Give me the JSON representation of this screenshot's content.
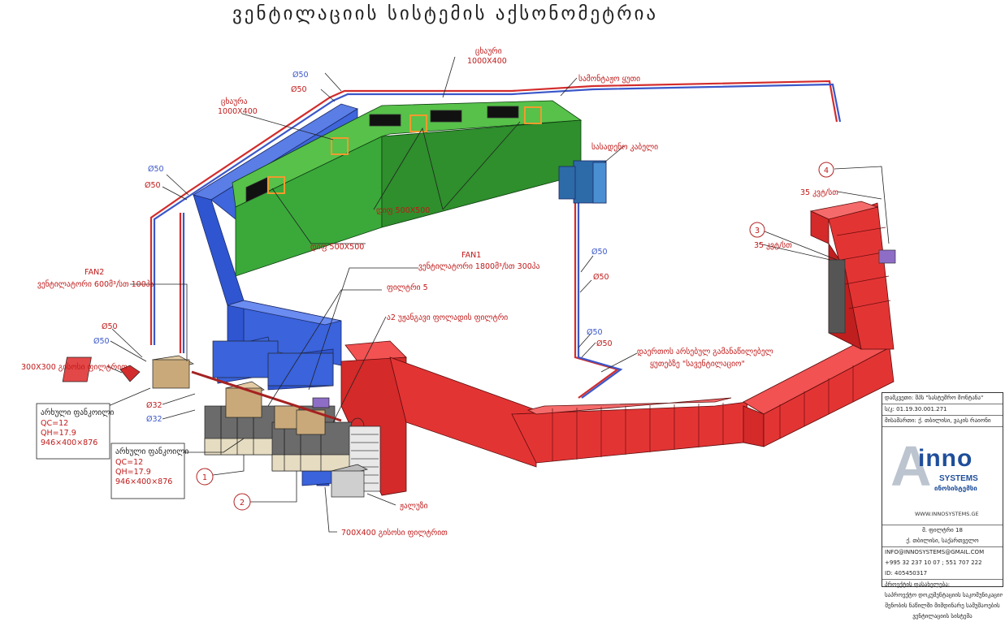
{
  "title": "ვენტილაციის სისტემის აქსონომეტრია",
  "labels": {
    "d50": "Ø50",
    "d32": "Ø32",
    "trench_left": "ცხაურა",
    "trench_left_size": "1000X400",
    "trench_top": "ცხაური",
    "trench_top_size": "1000X400",
    "green_box": "სამონტაჟო ყუთი",
    "control_panel": "სასადენო კაბელი",
    "diffuser_left": "დიფ 500X500",
    "diffuser_right": "დიფ 500X500",
    "fan1": "FAN1",
    "fan1_spec": "ვენტილატორი 1800მ³/სთ 300პა",
    "fan2": "FAN2",
    "fan2_spec": "ვენტილატორი 600მ³/სთ 100პა",
    "filter": "ფილტრი 5",
    "filter2": "ა2 უჟანგავი ფოლადის ფილტრი",
    "grille_left": "300X300 გისოსი ფილტრით",
    "heat_exchanger_note": "დაერთოს არსებულ გამანაწილებელ ყუთებზე \"სავენტილაციო\"",
    "louver": "ჟალუზი",
    "grille_bottom": "700X400 გისოსი ფილტრით",
    "flow_35_top": "35 კვტ/სთ",
    "flow_35_mid": "35 კვტ/სთ",
    "num1": "1",
    "num2": "2",
    "num3": "3",
    "num4": "4"
  },
  "spec1": {
    "title": "არხული ფანკოილი",
    "l1": "QC=12",
    "l2": "QH=17.9",
    "l3": "946×400×876"
  },
  "spec2": {
    "title": "არხული ფანკოილი",
    "l1": "QC=12",
    "l2": "QH=17.9",
    "l3": "946×400×876"
  },
  "titleblock": {
    "r1": "დამკვეთი: შპს \"სასტუმრო მონტანა\"",
    "r2": "ს/კ: 01.19.30.001.271",
    "r3": "მისამართი: ქ. თბილისი, ვაკის რაიონი",
    "brand": "inno",
    "brand2": "SYSTEMS",
    "brand3": "ინოსისტემსი",
    "www": "WWW.INNOSYSTEMS.GE",
    "addr1": "მ. ფილტრი 18",
    "addr2": "ქ. თბილისი, საქართველო",
    "email": "INFO@INNOSYSTEMS@GMAIL.COM",
    "phone": "+995 32 237 10 07     ;  551 707 222",
    "id": "ID: 405450317",
    "project_lbl": "პროექტის დასახელება:",
    "project1": "საპროექტო დოკუმენტაციის საკომუნიკაციო",
    "project2": "შენობის ნაწილში მიმდინარე სამუშაოების",
    "project3": "ვენტილაციის სისტემა"
  }
}
